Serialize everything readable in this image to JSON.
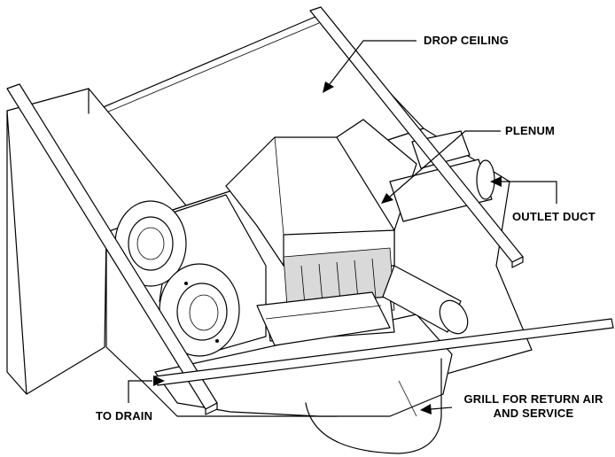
{
  "labels": {
    "drop_ceiling": "DROP CEILING",
    "plenum": "PLENUM",
    "outlet_duct": "OUTLET DUCT",
    "grill_line1": "GRILL FOR RETURN AIR",
    "grill_line2": "AND SERVICE",
    "to_drain": "TO DRAIN"
  },
  "colors": {
    "line": "#000000",
    "background": "#ffffff"
  }
}
